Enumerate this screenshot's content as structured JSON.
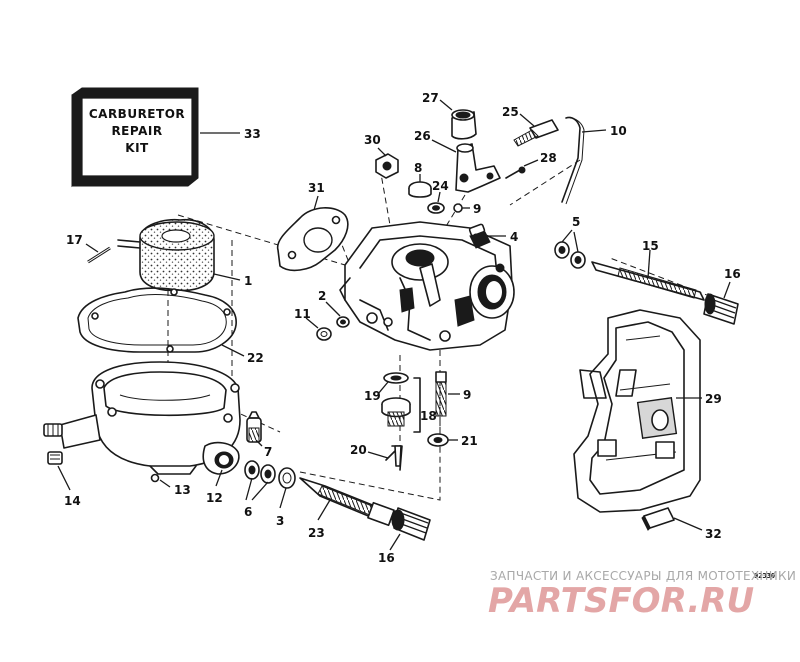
{
  "kit_box": {
    "line1": "CARBURETOR",
    "line2": "REPAIR",
    "line3": "KIT"
  },
  "callouts": [
    "1",
    "2",
    "3",
    "4",
    "5",
    "5",
    "6",
    "7",
    "8",
    "9",
    "10",
    "11",
    "12",
    "13",
    "14",
    "15",
    "16",
    "16",
    "17",
    "18",
    "19",
    "20",
    "21",
    "22",
    "23",
    "24",
    "25",
    "26",
    "27",
    "28",
    "29",
    "30",
    "31",
    "32",
    "33"
  ],
  "image_code": "92330",
  "watermark": {
    "tagline": "ЗАПЧАСТИ И АКСЕССУАРЫ ДЛЯ МОТОТЕХНИКИ",
    "logo": "PARTSFOR.RU"
  },
  "colors": {
    "ink": "#1a1a1a",
    "watermark_logo": "#e3a6a6",
    "watermark_text": "#a8a8a8"
  }
}
